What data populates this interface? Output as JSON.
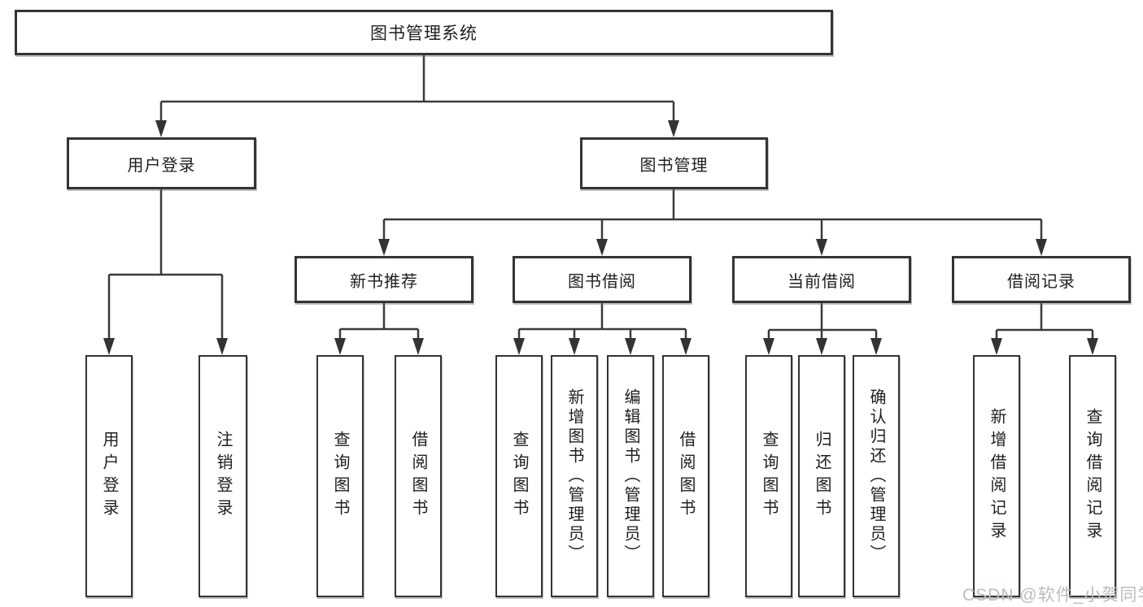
{
  "tree": {
    "root": {
      "label": "图书管理系统"
    },
    "branches": [
      {
        "label": "用户登录",
        "children": [
          "用户登录",
          "注销登录"
        ]
      },
      {
        "label": "图书管理",
        "groups": [
          {
            "label": "新书推荐",
            "children": [
              "查询图书",
              "借阅图书"
            ]
          },
          {
            "label": "图书借阅",
            "children": [
              "查询图书",
              "新增图书（管理员）",
              "编辑图书（管理员）",
              "借阅图书"
            ]
          },
          {
            "label": "当前借阅",
            "children": [
              "查询图书",
              "归还图书",
              "确认归还（管理员）"
            ]
          },
          {
            "label": "借阅记录",
            "children": [
              "新增借阅记录",
              "查询借阅记录"
            ]
          }
        ]
      }
    ]
  },
  "watermark": "CSDN @软件_小贺同学",
  "colors": {
    "line": "#3a3a3a",
    "arrow": "#333333",
    "box_border": "#343434",
    "box_fill": "#ffffff",
    "text": "#1e1e1e",
    "watermark": "#b9bdc6"
  }
}
